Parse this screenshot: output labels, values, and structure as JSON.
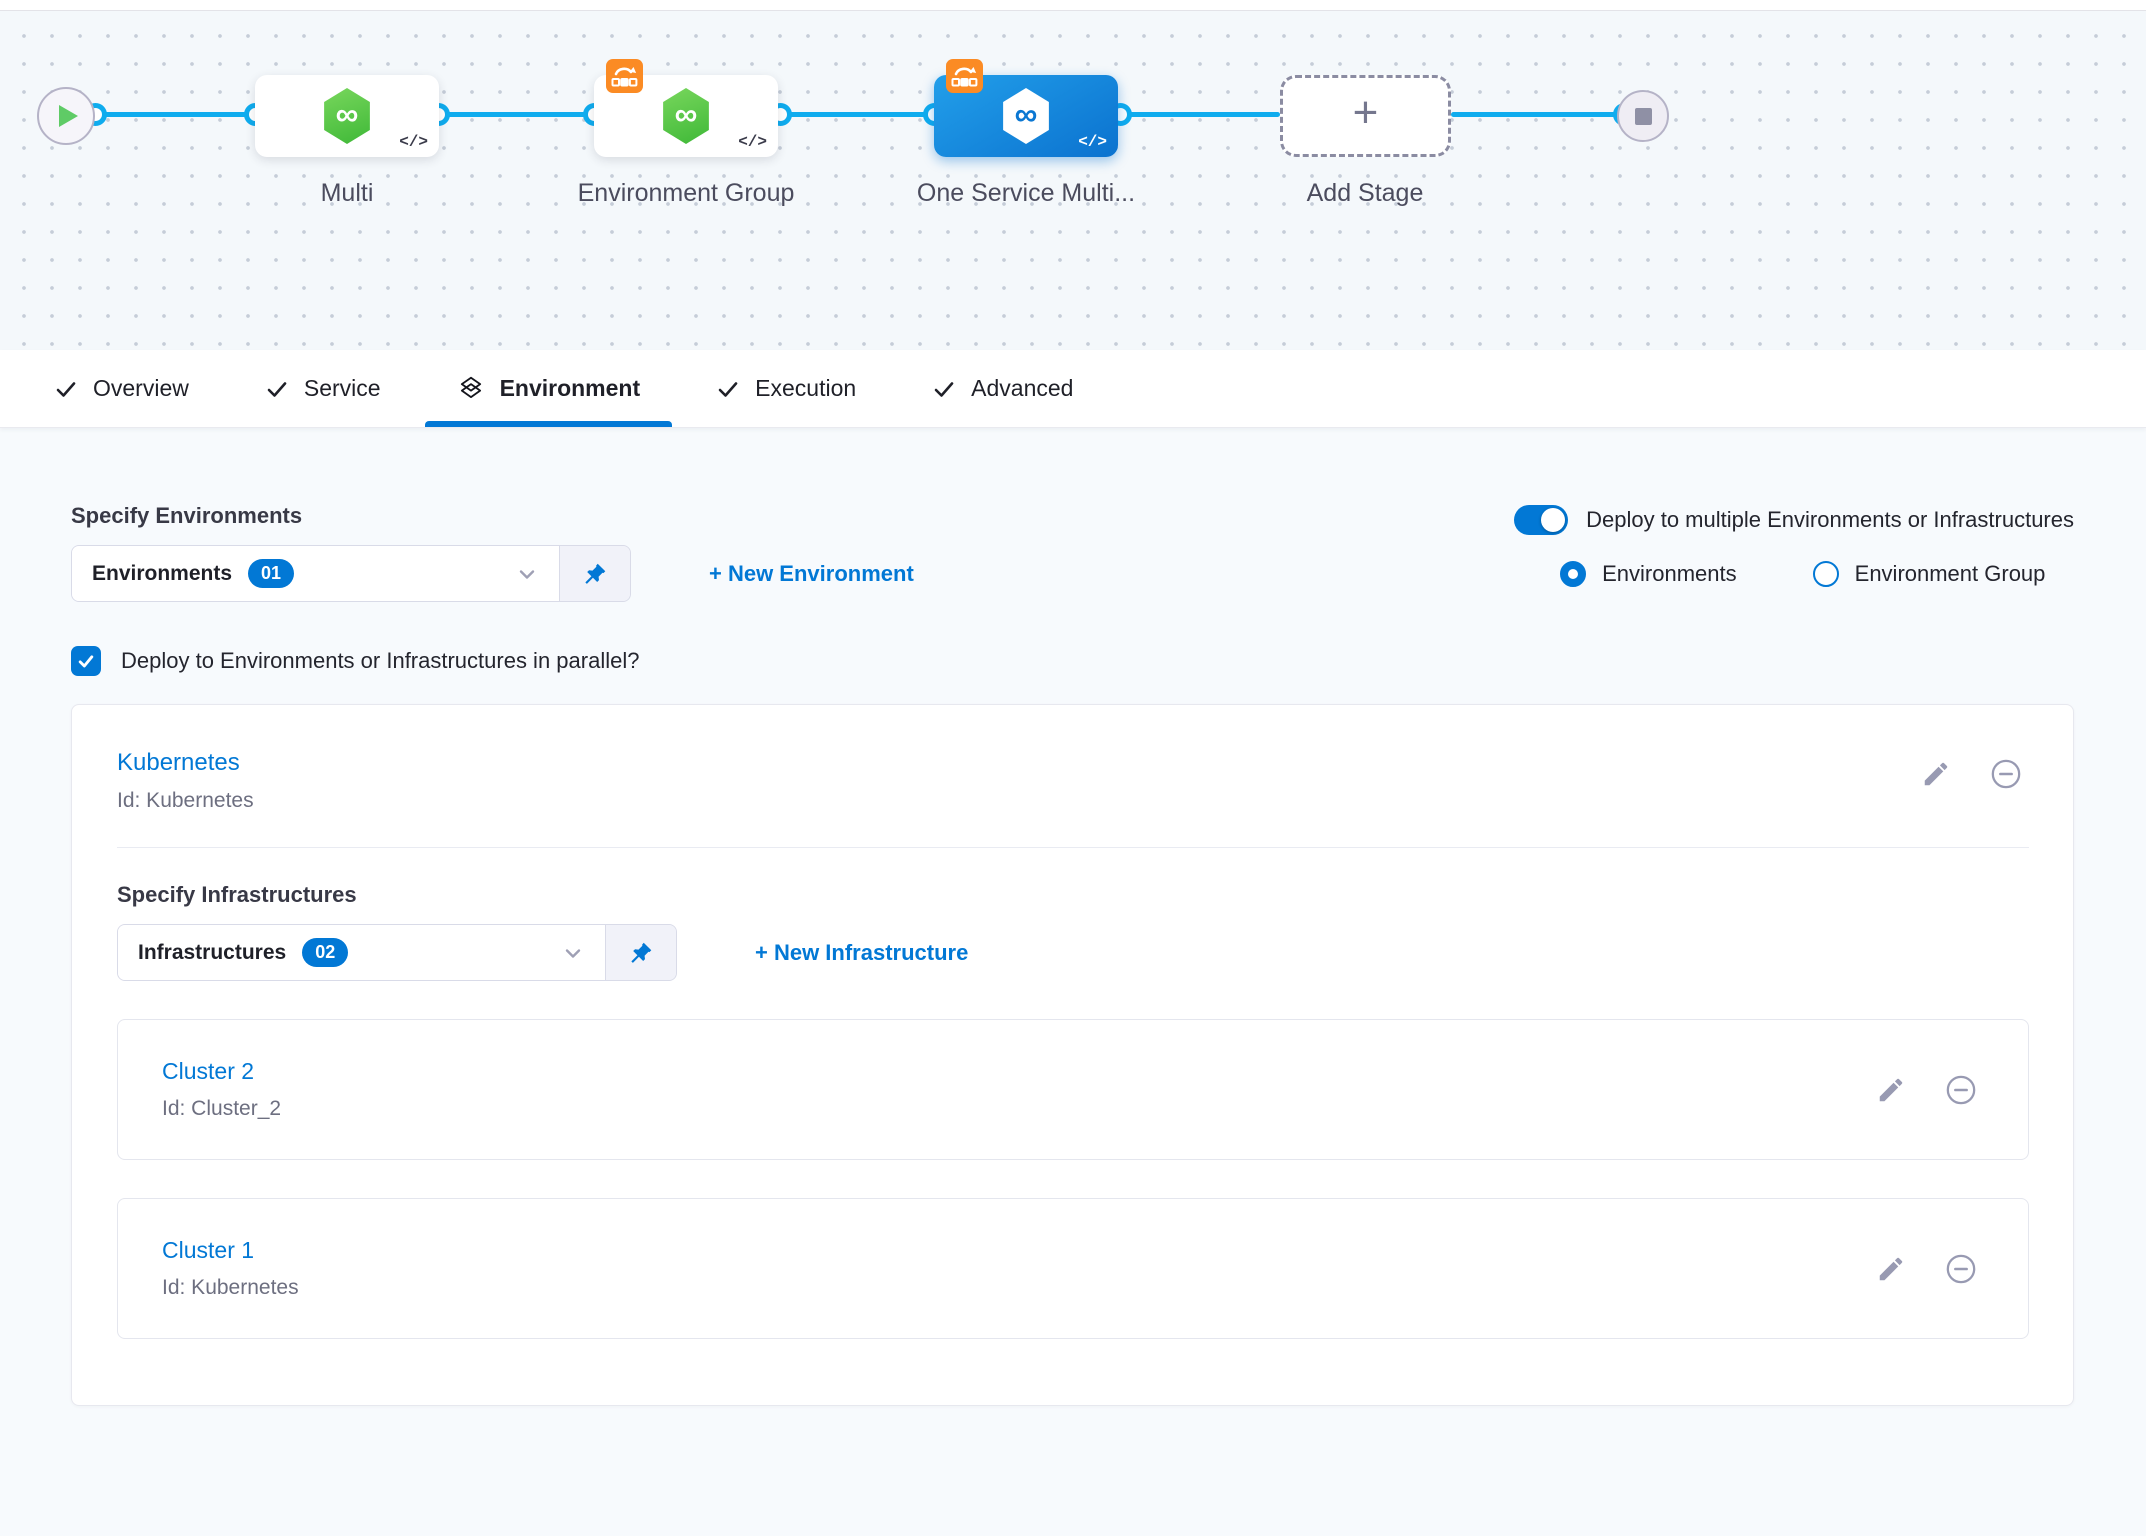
{
  "colors": {
    "accent_blue": "#0278d5",
    "connector_blue": "#0facee",
    "node_green": "#3eb837",
    "badge_orange": "#fb8b24",
    "canvas_bg": "#f4f8fb",
    "content_bg": "#f7fafd"
  },
  "pipeline": {
    "nodes": [
      {
        "label": "Multi",
        "code_glyph": "</>"
      },
      {
        "label": "Environment Group",
        "code_glyph": "</>"
      },
      {
        "label": "One Service Multi...",
        "code_glyph": "</>"
      },
      {
        "label": "Add Stage"
      }
    ]
  },
  "tabs": [
    {
      "label": "Overview"
    },
    {
      "label": "Service"
    },
    {
      "label": "Environment",
      "active": true
    },
    {
      "label": "Execution"
    },
    {
      "label": "Advanced"
    }
  ],
  "environment_section": {
    "specify_environments_label": "Specify Environments",
    "environments_dropdown": {
      "value": "Environments",
      "count_badge": "01"
    },
    "new_environment_link": "+ New Environment",
    "deploy_multiple_toggle_label": "Deploy to multiple Environments or Infrastructures",
    "radio_environments_label": "Environments",
    "radio_environment_group_label": "Environment Group",
    "parallel_checkbox_label": "Deploy to Environments or Infrastructures in parallel?",
    "environment_card": {
      "title": "Kubernetes",
      "id": "Id: Kubernetes",
      "specify_infrastructures_label": "Specify Infrastructures",
      "infrastructures_dropdown": {
        "value": "Infrastructures",
        "count_badge": "02"
      },
      "new_infrastructure_link": "+ New Infrastructure",
      "infrastructures": [
        {
          "title": "Cluster 2",
          "id": "Id: Cluster_2"
        },
        {
          "title": "Cluster 1",
          "id": "Id: Kubernetes"
        }
      ]
    }
  }
}
